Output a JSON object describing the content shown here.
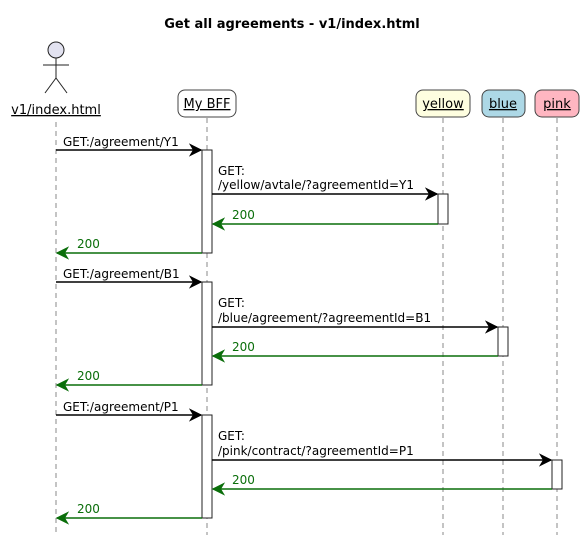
{
  "title": "Get all agreements - v1/index.html",
  "participants": {
    "actor": {
      "label": "v1/index.html"
    },
    "bff": {
      "label": "My BFF",
      "color": "#ffffff"
    },
    "yellow": {
      "label": "yellow",
      "color": "#fefee0"
    },
    "blue": {
      "label": "blue",
      "color": "#add8e6"
    },
    "pink": {
      "label": "pink",
      "color": "#ffb6c1"
    }
  },
  "colors": {
    "request_arrow": "#000000",
    "return_arrow": "#0a6e0a",
    "lifeline": "#8a8a8a"
  },
  "flows": [
    {
      "call": "GET:/agreement/Y1",
      "downstream_line1": "GET:",
      "downstream_line2": "/yellow/avtale/?agreementId=Y1",
      "downstream_return": "200",
      "return": "200"
    },
    {
      "call": "GET:/agreement/B1",
      "downstream_line1": "GET:",
      "downstream_line2": "/blue/agreement/?agreementId=B1",
      "downstream_return": "200",
      "return": "200"
    },
    {
      "call": "GET:/agreement/P1",
      "downstream_line1": "GET:",
      "downstream_line2": "/pink/contract/?agreementId=P1",
      "downstream_return": "200",
      "return": "200"
    }
  ]
}
